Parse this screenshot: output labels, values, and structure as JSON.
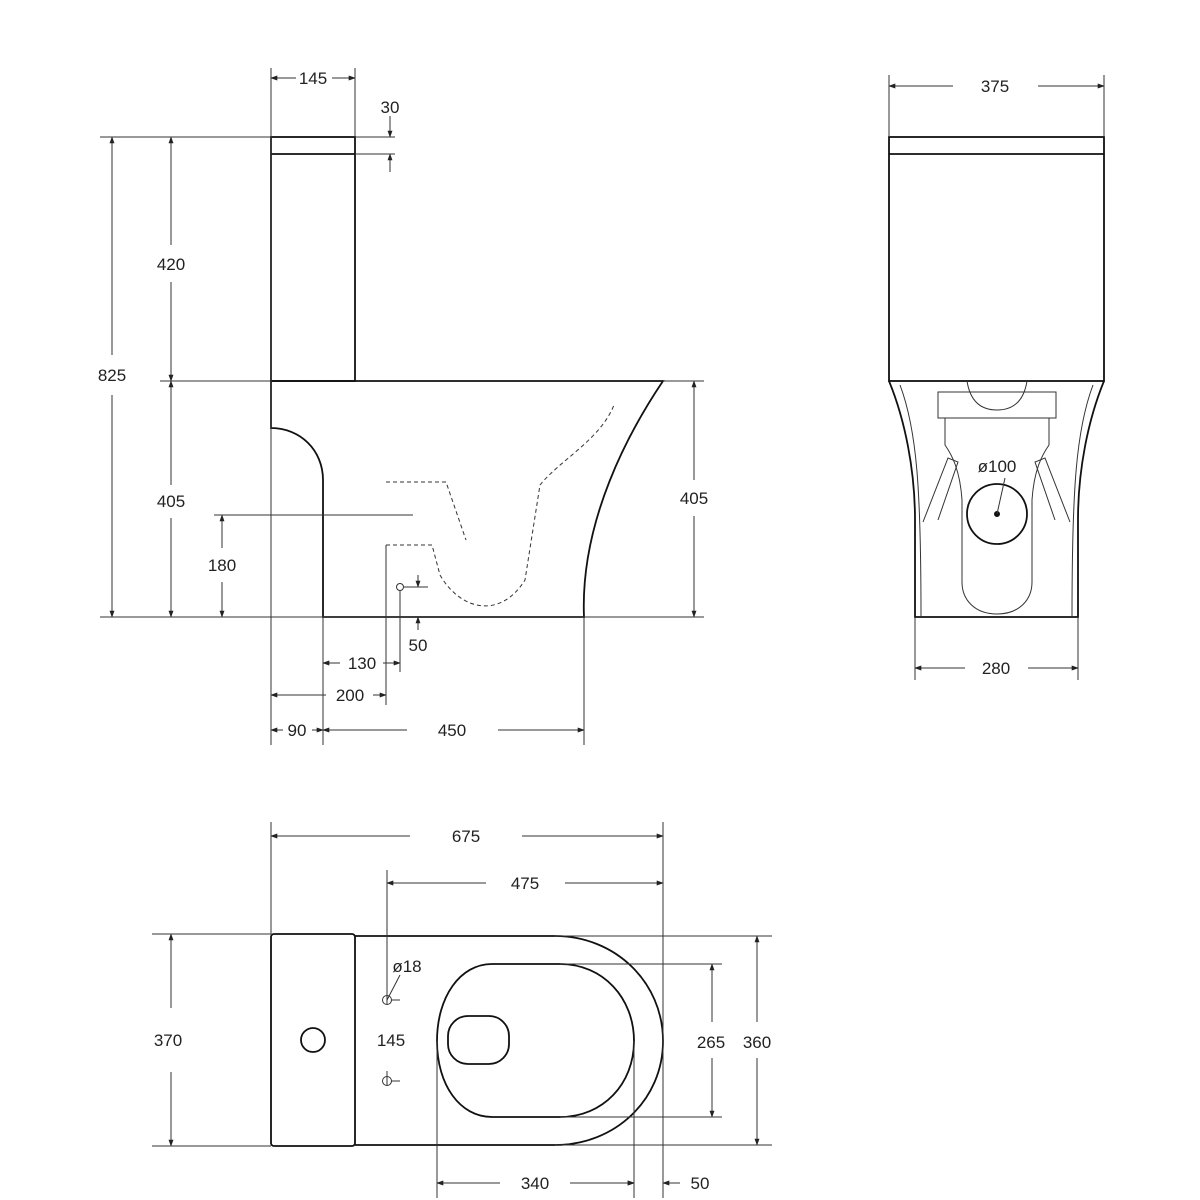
{
  "side_view": {
    "dims": {
      "tank_depth": "145",
      "lid_height": "30",
      "tank_height": "420",
      "overall_height": "825",
      "bowl_height_left": "405",
      "inlet_height": "180",
      "bowl_height_right": "405",
      "outlet_offset_small": "50",
      "dim_130": "130",
      "dim_200": "200",
      "dim_90": "90",
      "dim_450": "450"
    }
  },
  "front_view": {
    "dims": {
      "tank_width": "375",
      "outlet_diameter": "ø100",
      "base_width": "280"
    }
  },
  "top_view": {
    "dims": {
      "overall_length": "675",
      "hole_to_front": "475",
      "tank_width": "370",
      "fixing_hole_diameter": "ø18",
      "fixing_hole_spacing": "145",
      "seat_width": "265",
      "bowl_width": "360",
      "seat_length": "340",
      "front_overhang": "50"
    }
  }
}
